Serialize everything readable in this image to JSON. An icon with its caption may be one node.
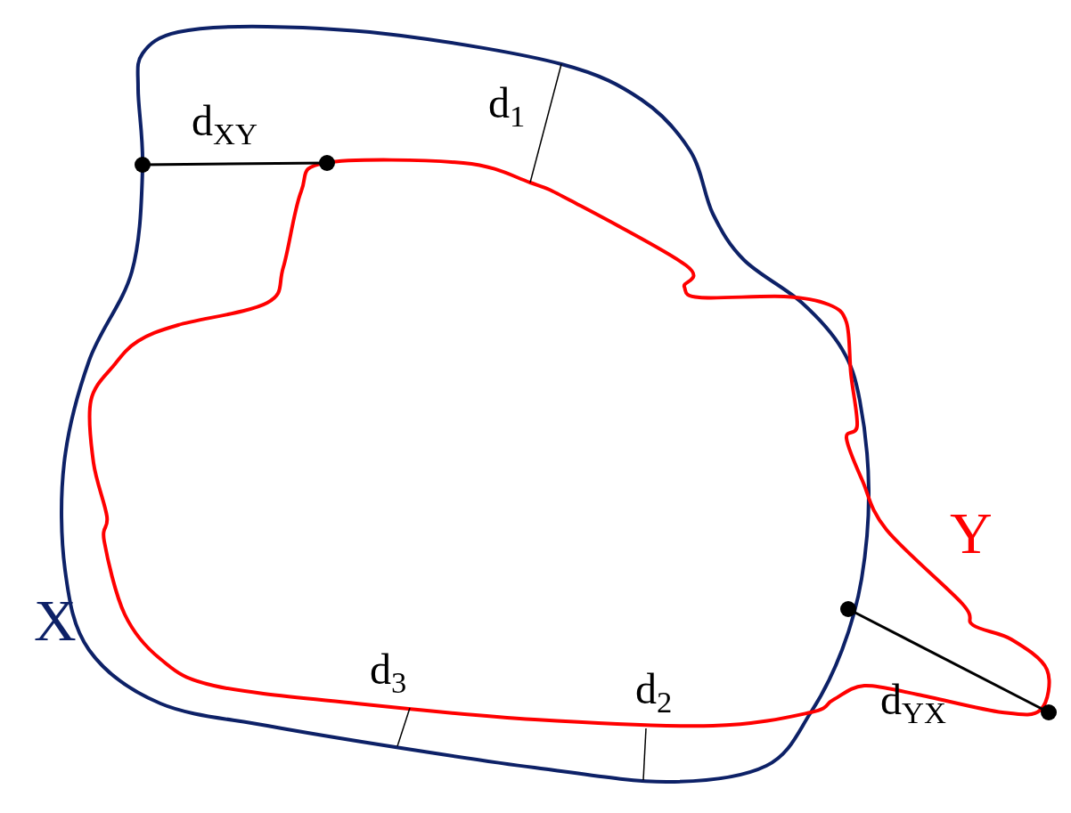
{
  "diagram": {
    "labels": [
      "d$_{XY}$",
      "d$_{1}$",
      "Y",
      "X",
      "d$_{3}$",
      "d$_{2}$",
      "d$_{YX}$"
    ]
  }
}
